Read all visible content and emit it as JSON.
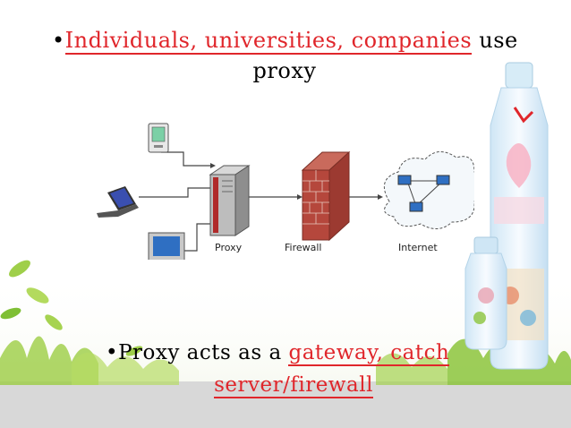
{
  "bullet1": {
    "prefix": "•",
    "highlight": "Individuals, universities, companies",
    "after": " use",
    "line2": "proxy"
  },
  "bullet2": {
    "prefix": "•",
    "text": "Proxy acts as a ",
    "highlight": "gateway, catch",
    "line2": "server/firewall"
  },
  "diagram": {
    "proxy_label": "Proxy",
    "firewall_label": "Firewall",
    "internet_label": "Internet"
  },
  "colors": {
    "highlight": "#e0262b",
    "wall": "#b5473c",
    "grass": "#8cc43c"
  }
}
